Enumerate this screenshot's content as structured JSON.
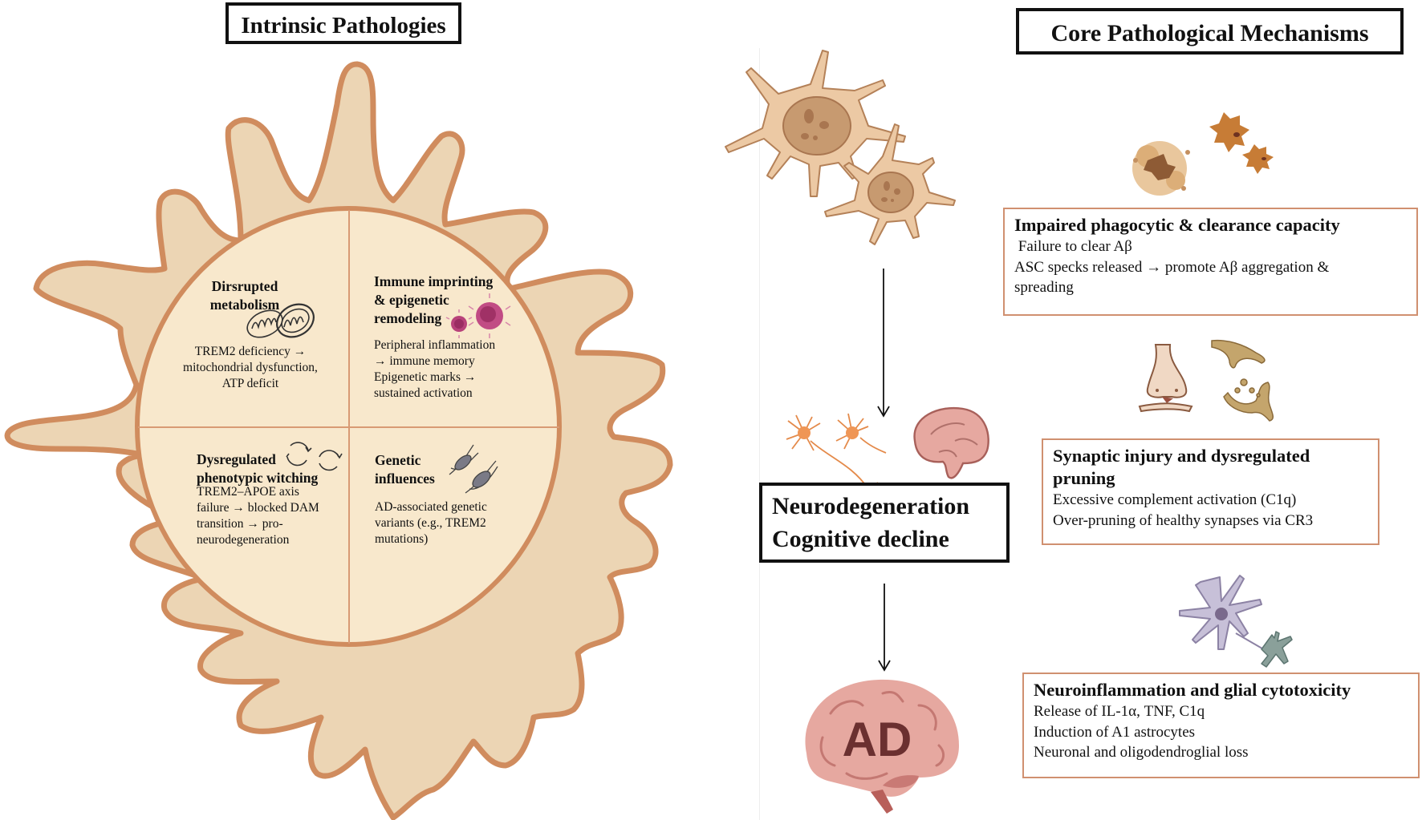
{
  "left_panel": {
    "title": "Intrinsic Pathologies",
    "quadrants": [
      {
        "id": "metabolism",
        "title_lines": [
          "Dirsrupted",
          "metabolism"
        ],
        "icon": "mitochondria-icon",
        "text_lines": [
          "TREM2 deficiency →",
          "mitochondrial dysfunction,",
          "ATP deficit"
        ]
      },
      {
        "id": "immune",
        "title_lines": [
          "Immune imprinting",
          "& epigenetic",
          "remodeling"
        ],
        "icon": "immune-cell-icon",
        "text_lines": [
          "Peripheral inflammation",
          "→ immune memory",
          "Epigenetic marks →",
          "sustained activation"
        ]
      },
      {
        "id": "phenotypic",
        "title_lines": [
          "Dysregulated",
          "phenotypic witching"
        ],
        "icon": "cycle-arrows-icon",
        "text_lines": [
          "TREM2–APOE axis",
          "failure → blocked DAM",
          "transition → pro-",
          "neurodegeneration"
        ]
      },
      {
        "id": "genetic",
        "title_lines": [
          "Genetic",
          "influences"
        ],
        "icon": "dna-icon",
        "text_lines": [
          "AD-associated genetic",
          "variants (e.g., TREM2",
          "mutations)"
        ]
      }
    ]
  },
  "center": {
    "top_icon": "microglia-cells-icon",
    "middle_icons": [
      "neurons-icon",
      "brain-icon"
    ],
    "outcome_lines": [
      "Neurodegeneration",
      "Cognitive decline"
    ],
    "bottom_icon": "ad-brain-icon",
    "bottom_label": "AD"
  },
  "right_panel": {
    "title": "Core Pathological Mechanisms",
    "mechanisms": [
      {
        "icon": "amyloid-plaque-icon",
        "title_lines": [
          "Impaired phagocytic & clearance capacity"
        ],
        "text_lines": [
          " Failure to clear Aβ",
          "ASC specks released → promote Aβ aggregation &",
          "spreading"
        ]
      },
      {
        "icon": "synapse-icon",
        "title_lines": [
          "Synaptic injury and dysregulated",
          "pruning"
        ],
        "text_lines": [
          "Excessive complement activation (C1q)",
          "Over-pruning of healthy synapses via CR3"
        ]
      },
      {
        "icon": "astrocyte-icon",
        "title_lines": [
          "Neuroinflammation and glial cytotoxicity"
        ],
        "text_lines": [
          "Release of IL-1α, TNF, C1q",
          "Induction of A1 astrocytes",
          "Neuronal and oligodendroglial loss"
        ]
      }
    ]
  },
  "colors": {
    "cell_fill": "#ecd5b4",
    "cell_stroke": "#d08c5e",
    "nucleus_fill": "#f8e8cc",
    "box_border": "#d09070",
    "ad_text": "#6b3030",
    "brain_fill": "#e6a8a0"
  }
}
